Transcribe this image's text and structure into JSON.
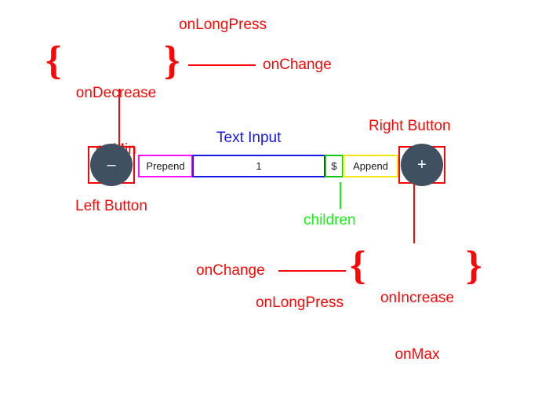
{
  "diagram": {
    "title_colors": {
      "annotation_red": "#fb0707",
      "text_input_blue": "#1616e8",
      "children_green": "#13f413",
      "prepend_magenta": "#f711f7",
      "append_yellow": "#f2e713",
      "button_box_red": "#f50505",
      "circle_fill": "#3f5160",
      "background": "#ffffff"
    }
  },
  "top_annotations": {
    "long_press": "onLongPress",
    "brace_open": "{",
    "brace_close": "}",
    "group_line1": "onDecrease",
    "group_line2": "onMin",
    "change": "onChange"
  },
  "bottom_annotations": {
    "change": "onChange",
    "brace_open": "{",
    "brace_close": "}",
    "group_line1": "onIncrease",
    "group_line2": "onMax",
    "long_press": "onLongPress"
  },
  "labels": {
    "left_button": "Left Button",
    "right_button": "Right Button",
    "text_input": "Text Input",
    "children": "children"
  },
  "widget": {
    "left_button_sign": "–",
    "right_button_sign": "+",
    "prepend": "Prepend",
    "input_value": "1",
    "children_symbol": "$",
    "append": "Append"
  }
}
